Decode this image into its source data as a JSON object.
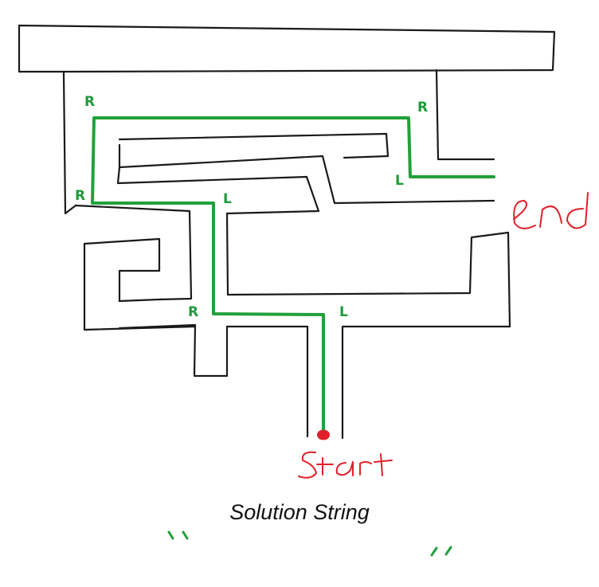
{
  "labels": {
    "end": "end",
    "start": "Start",
    "caption": "Solution String"
  },
  "turns": [
    "R",
    "R",
    "L",
    "R",
    "L",
    "R",
    "L"
  ],
  "colors": {
    "walls": "#1a1a1a",
    "solution_path": "#22a03a",
    "handwriting_red": "#e0202a",
    "start_dot": "#e0202a"
  }
}
